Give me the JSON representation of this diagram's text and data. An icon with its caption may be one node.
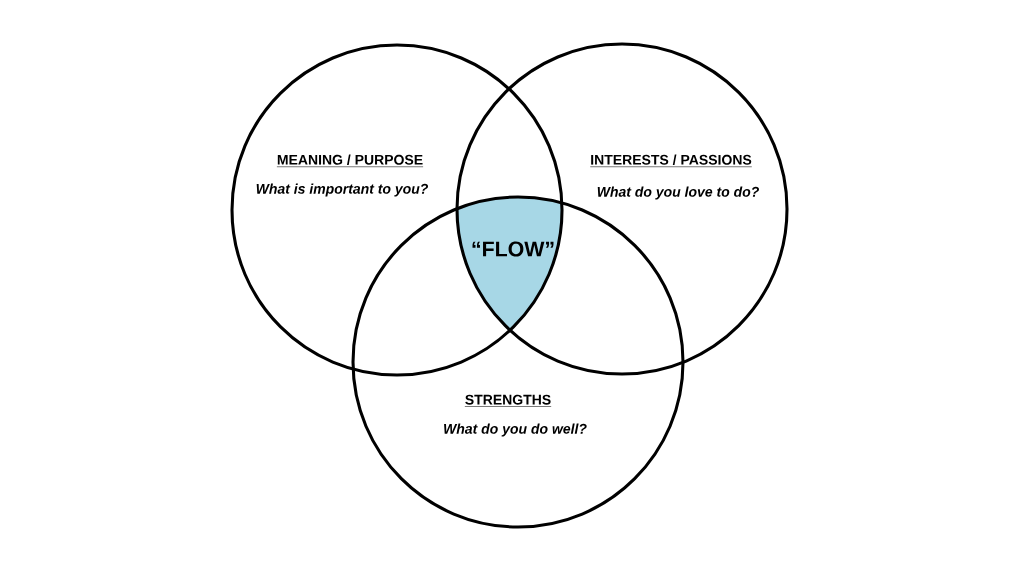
{
  "diagram": {
    "nodes": [
      {
        "text": [
          "MEANING / PURPOSE",
          "What is important to you?"
        ]
      },
      {
        "text": [
          "INTERESTS / PASSIONS",
          "What do you love to do?"
        ]
      },
      {
        "text": [
          "“FLOW”"
        ]
      },
      {
        "text": [
          "STRENGTHS",
          "What do you do well?"
        ]
      }
    ]
  }
}
